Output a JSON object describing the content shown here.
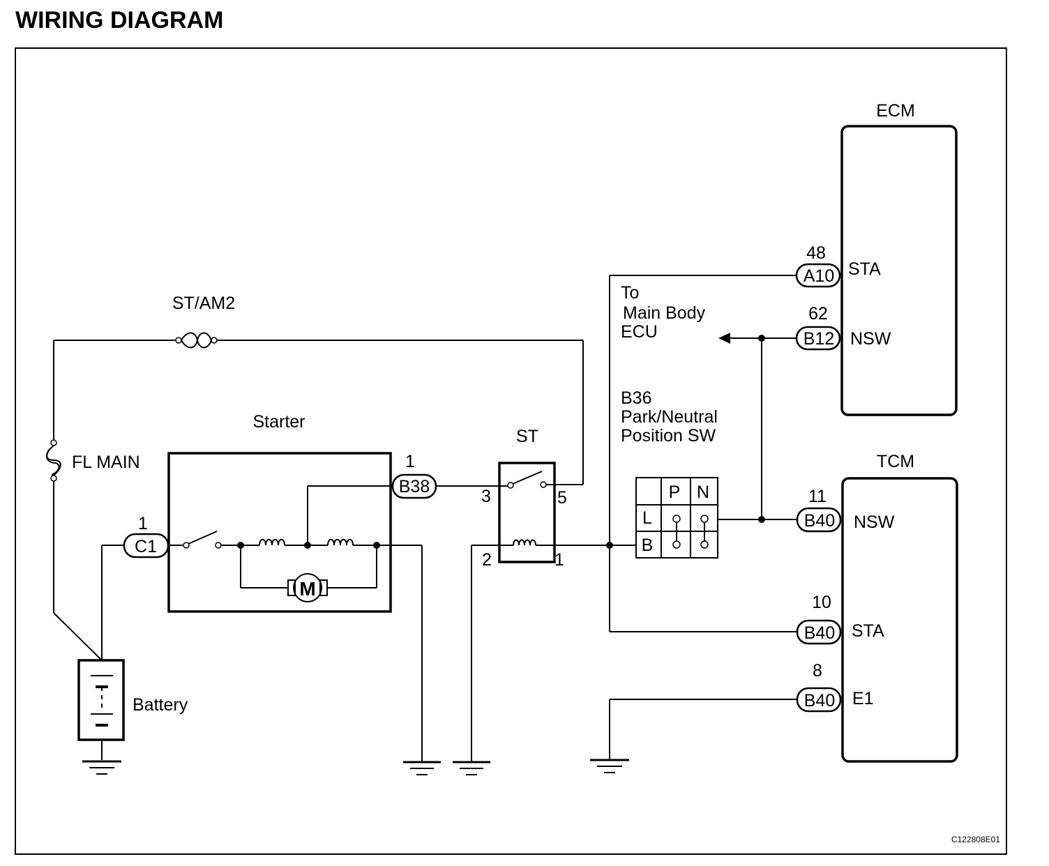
{
  "title": "WIRING DIAGRAM",
  "image_code": "C122808E01",
  "components": {
    "ecm": "ECM",
    "tcm": "TCM",
    "starter": "Starter",
    "st_relay": "ST",
    "battery": "Battery",
    "fl_main": "FL MAIN",
    "st_am2": "ST/AM2",
    "pnp_switch": [
      "B36",
      "Park/Neutral",
      "Position SW"
    ],
    "to_main_body": [
      "To",
      "Main Body",
      "ECU"
    ],
    "motor": "M"
  },
  "switch_table": {
    "columns": [
      "P",
      "N"
    ],
    "rows": [
      "L",
      "B"
    ]
  },
  "connectors": {
    "c1": {
      "id": "C1",
      "pin": "1"
    },
    "b38": {
      "id": "B38",
      "pin": "1"
    },
    "a10": {
      "id": "A10",
      "pin": "48",
      "signal": "STA"
    },
    "b12": {
      "id": "B12",
      "pin": "62",
      "signal": "NSW"
    },
    "b40_nsw": {
      "id": "B40",
      "pin": "11",
      "signal": "NSW"
    },
    "b40_sta": {
      "id": "B40",
      "pin": "10",
      "signal": "STA"
    },
    "b40_e1": {
      "id": "B40",
      "pin": "8",
      "signal": "E1"
    }
  },
  "relay_pins": {
    "p3": "3",
    "p5": "5",
    "p2": "2",
    "p1": "1"
  }
}
